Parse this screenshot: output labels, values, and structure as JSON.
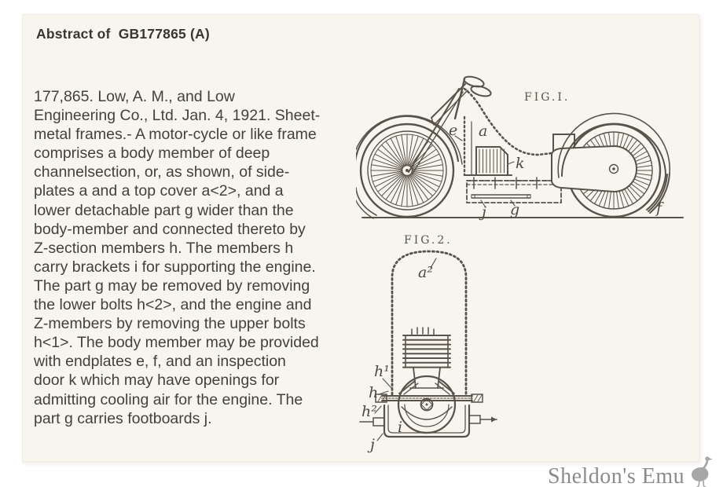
{
  "document": {
    "title": "Abstract of  GB177865 (A)",
    "abstract_lines": [
      "177,865. Low, A. M., and Low",
      "Engineering Co., Ltd. Jan. 4, 1921. Sheet-",
      "metal frames.- A motor-cycle or like frame",
      "comprises a body member of deep",
      "channelsection, or, as shown, of side-",
      "plates a and a top cover a<2>, and a",
      "lower detachable part g wider than the",
      "body-member and connected thereto by",
      "Z-section members h. The members h",
      "carry brackets i for supporting the engine.",
      "The part g may be removed by removing",
      "the lower bolts h<2>, and the engine and",
      "Z-members by removing the upper bolts",
      "h<1>. The body member may be provided",
      "with endplates e, f, and an inspection",
      "door k which may have openings for",
      "admitting cooling air for the engine. The",
      "part g carries footboards j."
    ]
  },
  "figures": {
    "fig1": {
      "caption": "FIG.I.",
      "label_e": "e",
      "label_a": "a",
      "label_k": "k",
      "label_j": "j",
      "label_g": "g",
      "label_f": "f"
    },
    "fig2": {
      "caption": "FIG.2.",
      "label_a2": "a²",
      "label_h1": "h¹",
      "label_h": "h",
      "label_h2": "h²",
      "label_i": "i",
      "label_j": "j"
    }
  },
  "watermark": {
    "text": "Sheldon's Emu"
  },
  "colors": {
    "page_bg": "#ffffff",
    "doc_bg": "#f8f5ee",
    "text": "#44403a",
    "drawing": "#57524a",
    "watermark": "#8b8b8b"
  }
}
